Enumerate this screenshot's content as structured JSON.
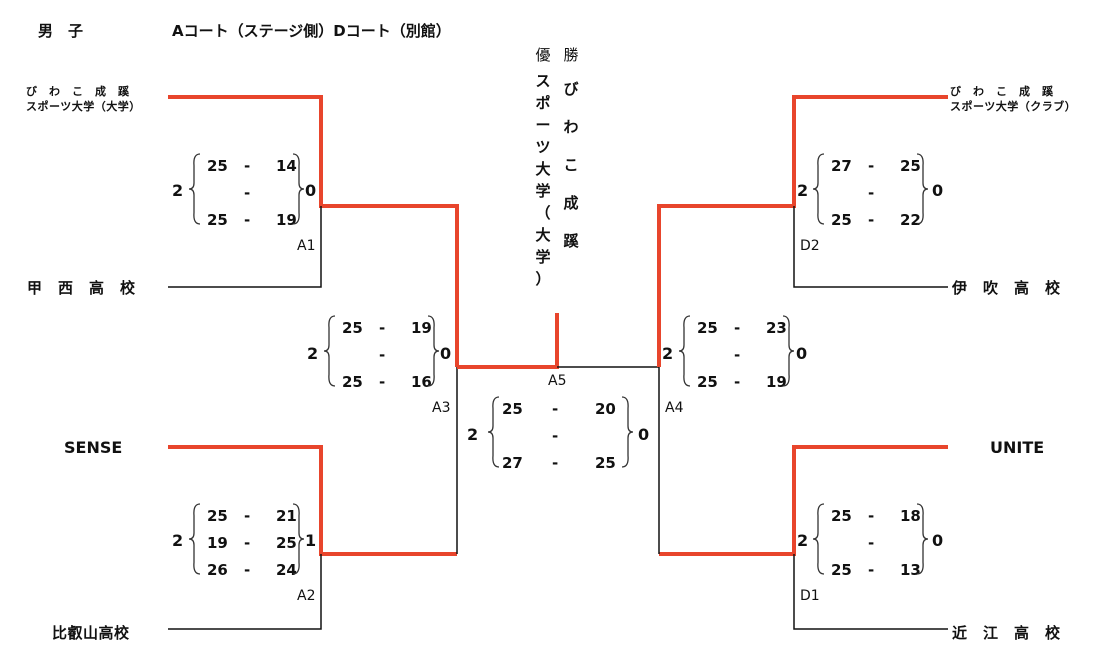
{
  "header": {
    "category": "男　子",
    "courts": "Aコート（ステージ側）Dコート（別館）"
  },
  "champion": {
    "label_a": "優",
    "label_b": "勝",
    "name_col1": [
      "ス",
      "ポ",
      "ー",
      "ツ",
      "大",
      "学",
      "（",
      "大",
      "学",
      "）"
    ],
    "name_col2": [
      "び",
      "わ",
      "こ",
      "成",
      "蹊"
    ]
  },
  "teams": {
    "left_top_line1": "び　わ　こ　成　蹊",
    "left_top_line2": "スポーツ大学（大学）",
    "left_2": "甲　西　高　校",
    "left_3": "SENSE",
    "left_4": "比叡山高校",
    "right_top_line1": "び　わ　こ　成　蹊",
    "right_top_line2": "スポーツ大学（クラブ）",
    "right_2": "伊　吹　高　校",
    "right_3": "UNITE",
    "right_4": "近　江　高　校"
  },
  "matches": {
    "A1": {
      "code": "A1",
      "left_sets": "2",
      "right_sets": "0",
      "rows": [
        [
          "25",
          "-",
          "14"
        ],
        [
          "",
          "-",
          ""
        ],
        [
          "25",
          "-",
          "19"
        ]
      ]
    },
    "A2": {
      "code": "A2",
      "left_sets": "2",
      "right_sets": "1",
      "rows": [
        [
          "25",
          "-",
          "21"
        ],
        [
          "19",
          "-",
          "25"
        ],
        [
          "26",
          "-",
          "24"
        ]
      ]
    },
    "A3": {
      "code": "A3",
      "left_sets": "2",
      "right_sets": "0",
      "rows": [
        [
          "25",
          "-",
          "19"
        ],
        [
          "",
          "-",
          ""
        ],
        [
          "25",
          "-",
          "16"
        ]
      ]
    },
    "A4": {
      "code": "A4",
      "left_sets": "2",
      "right_sets": "0",
      "rows": [
        [
          "25",
          "-",
          "23"
        ],
        [
          "",
          "-",
          ""
        ],
        [
          "25",
          "-",
          "19"
        ]
      ]
    },
    "A5": {
      "code": "A5",
      "left_sets": "2",
      "right_sets": "0",
      "rows": [
        [
          "25",
          "-",
          "20"
        ],
        [
          "",
          "-",
          ""
        ],
        [
          "27",
          "-",
          "25"
        ]
      ]
    },
    "D1": {
      "code": "D1",
      "left_sets": "2",
      "right_sets": "0",
      "rows": [
        [
          "25",
          "-",
          "18"
        ],
        [
          "",
          "-",
          ""
        ],
        [
          "25",
          "-",
          "13"
        ]
      ]
    },
    "D2": {
      "code": "D2",
      "left_sets": "2",
      "right_sets": "0",
      "rows": [
        [
          "27",
          "-",
          "25"
        ],
        [
          "",
          "-",
          ""
        ],
        [
          "25",
          "-",
          "22"
        ]
      ]
    }
  },
  "colors": {
    "winner_line": "#e8452c",
    "loser_line": "#111111"
  }
}
